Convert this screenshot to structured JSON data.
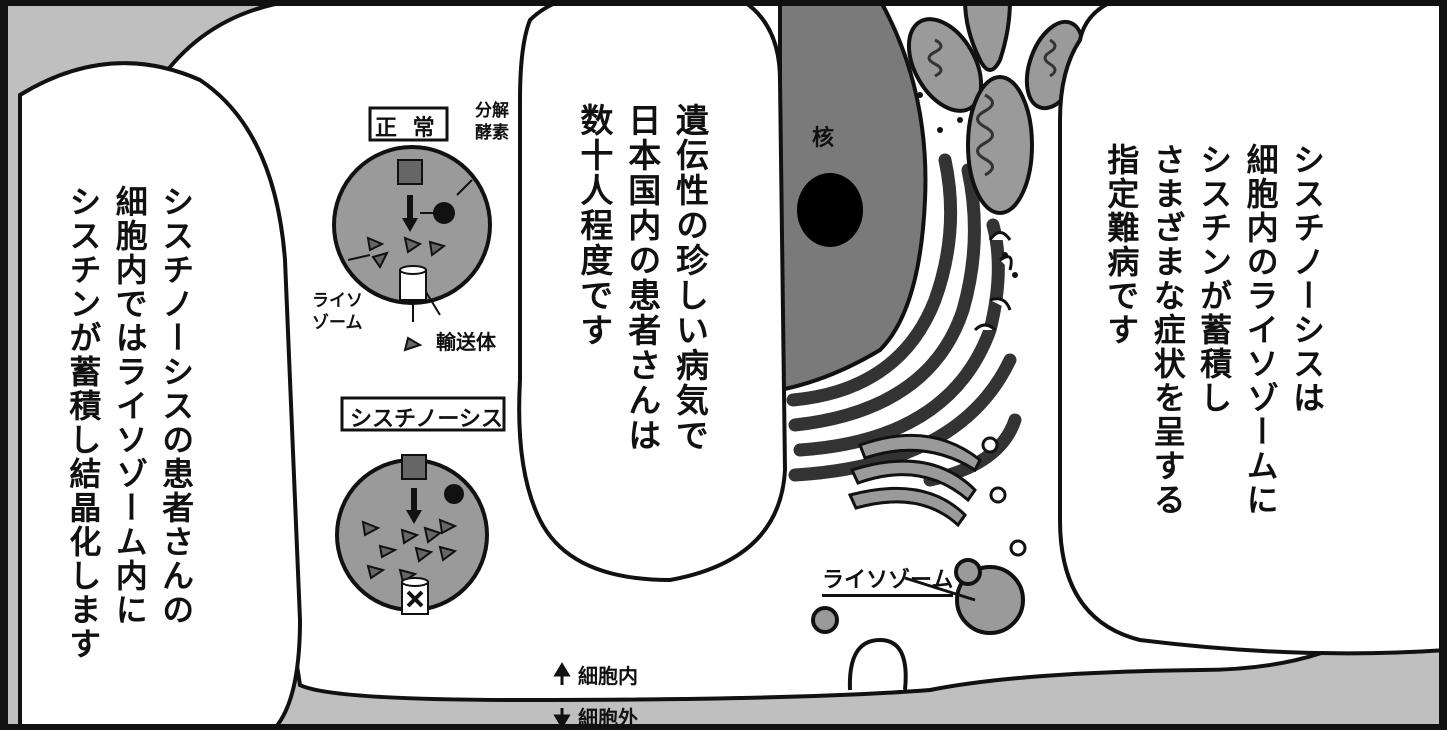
{
  "bubbles": {
    "left": "シスチノーシスの患者さんの\n細胞内ではライソゾーム内に\nシスチンが蓄積し結晶化します",
    "middle": "遺伝性の珍しい病気で\n日本国内の患者さんは\n数十人程度です",
    "right": "シスチノーシスは\n細胞内のライソゾームに\nシスチンが蓄積し\nさまざまな症状を呈する\n指定難病です"
  },
  "diagram": {
    "normal_label": "正 常",
    "cystinosis_label": "シスチノーシス",
    "enzyme_label": [
      "分解",
      "酵素"
    ],
    "lysosome_small_label": [
      "ライソ",
      "ゾーム"
    ],
    "transporter_label": "輸送体",
    "nucleus_label": "核",
    "lysosome_label": "ライソゾーム",
    "intracellular_label": "細胞内",
    "extracellular_label": "細胞外"
  }
}
